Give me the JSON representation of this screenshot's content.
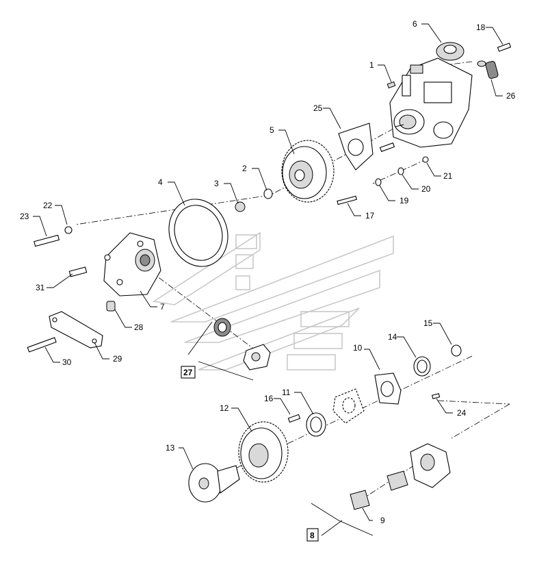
{
  "callouts": [
    {
      "id": "c1",
      "text": "1"
    },
    {
      "id": "c2",
      "text": "2"
    },
    {
      "id": "c3",
      "text": "3"
    },
    {
      "id": "c4",
      "text": "4"
    },
    {
      "id": "c5",
      "text": "5"
    },
    {
      "id": "c6",
      "text": "6"
    },
    {
      "id": "c7",
      "text": "7"
    },
    {
      "id": "c8",
      "text": "8"
    },
    {
      "id": "c9",
      "text": "9"
    },
    {
      "id": "c10",
      "text": "10"
    },
    {
      "id": "c11",
      "text": "11"
    },
    {
      "id": "c12",
      "text": "12"
    },
    {
      "id": "c13",
      "text": "13"
    },
    {
      "id": "c14",
      "text": "14"
    },
    {
      "id": "c15",
      "text": "15"
    },
    {
      "id": "c16",
      "text": "16"
    },
    {
      "id": "c17",
      "text": "17"
    },
    {
      "id": "c18",
      "text": "18"
    },
    {
      "id": "c19",
      "text": "19"
    },
    {
      "id": "c20",
      "text": "20"
    },
    {
      "id": "c21",
      "text": "21"
    },
    {
      "id": "c22",
      "text": "22"
    },
    {
      "id": "c23",
      "text": "23"
    },
    {
      "id": "c24",
      "text": "24"
    },
    {
      "id": "c25",
      "text": "25"
    },
    {
      "id": "c26",
      "text": "26"
    },
    {
      "id": "c27",
      "text": "27"
    },
    {
      "id": "c28",
      "text": "28"
    },
    {
      "id": "c29",
      "text": "29"
    },
    {
      "id": "c30",
      "text": "30"
    },
    {
      "id": "c31",
      "text": "31"
    }
  ]
}
